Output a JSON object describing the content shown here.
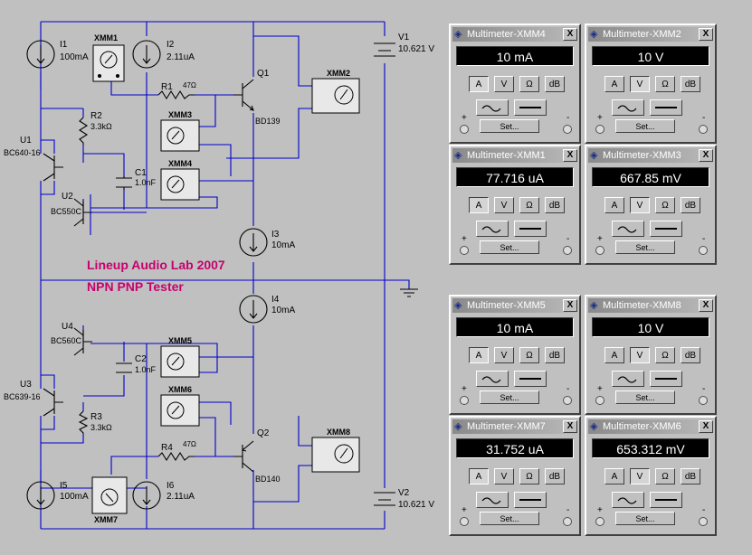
{
  "schematic": {
    "components": {
      "I1": {
        "ref": "I1",
        "value": "100mA"
      },
      "I2": {
        "ref": "I2",
        "value": "2.11uA"
      },
      "I3": {
        "ref": "I3",
        "value": "10mA"
      },
      "I4": {
        "ref": "I4",
        "value": "10mA"
      },
      "I5": {
        "ref": "I5",
        "value": "100mA"
      },
      "I6": {
        "ref": "I6",
        "value": "2.11uA"
      },
      "V1": {
        "ref": "V1",
        "value": "10.621 V"
      },
      "V2": {
        "ref": "V2",
        "value": "10.621 V"
      },
      "R1": {
        "ref": "R1",
        "value": "47Ω"
      },
      "R2": {
        "ref": "R2",
        "value": "3.3kΩ"
      },
      "R3": {
        "ref": "R3",
        "value": "3.3kΩ"
      },
      "R4": {
        "ref": "R4",
        "value": "47Ω"
      },
      "C1": {
        "ref": "C1",
        "value": "1.0nF"
      },
      "C2": {
        "ref": "C2",
        "value": "1.0nF"
      },
      "Q1": {
        "ref": "Q1",
        "value": "BD139"
      },
      "Q2": {
        "ref": "Q2",
        "value": "BD140"
      },
      "U1": {
        "ref": "U1",
        "value": "BC640-16"
      },
      "U2": {
        "ref": "U2",
        "value": "BC550C"
      },
      "U3": {
        "ref": "U3",
        "value": "BC639-16"
      },
      "U4": {
        "ref": "U4",
        "value": "BC560C"
      }
    },
    "meters": [
      "XMM1",
      "XMM2",
      "XMM3",
      "XMM4",
      "XMM5",
      "XMM6",
      "XMM7",
      "XMM8"
    ],
    "caption_line1": "Lineup Audio Lab 2007",
    "caption_line2": "NPN PNP Tester",
    "caption_color": "#c8006e",
    "wire_color": "#0000cc"
  },
  "multimeters": [
    {
      "title": "Multimeter-XMM4",
      "reading": "10 mA",
      "active_mode": "A"
    },
    {
      "title": "Multimeter-XMM2",
      "reading": "10 V",
      "active_mode": "V"
    },
    {
      "title": "Multimeter-XMM1",
      "reading": "77.716 uA",
      "active_mode": "A"
    },
    {
      "title": "Multimeter-XMM3",
      "reading": "667.85 mV",
      "active_mode": "V"
    },
    {
      "title": "Multimeter-XMM5",
      "reading": "10 mA",
      "active_mode": "A"
    },
    {
      "title": "Multimeter-XMM8",
      "reading": "10 V",
      "active_mode": "V"
    },
    {
      "title": "Multimeter-XMM7",
      "reading": "31.752 uA",
      "active_mode": "A"
    },
    {
      "title": "Multimeter-XMM6",
      "reading": "653.312 mV",
      "active_mode": "V"
    }
  ],
  "multimeter_controls": {
    "modes": [
      "A",
      "V",
      "Ω",
      "dB"
    ],
    "ac_icon": "ac-wave-icon",
    "dc_icon": "dc-line-icon",
    "set_label": "Set...",
    "close_label": "X",
    "plus_label": "+",
    "minus_label": "-",
    "title_icon": "multimeter-icon"
  }
}
